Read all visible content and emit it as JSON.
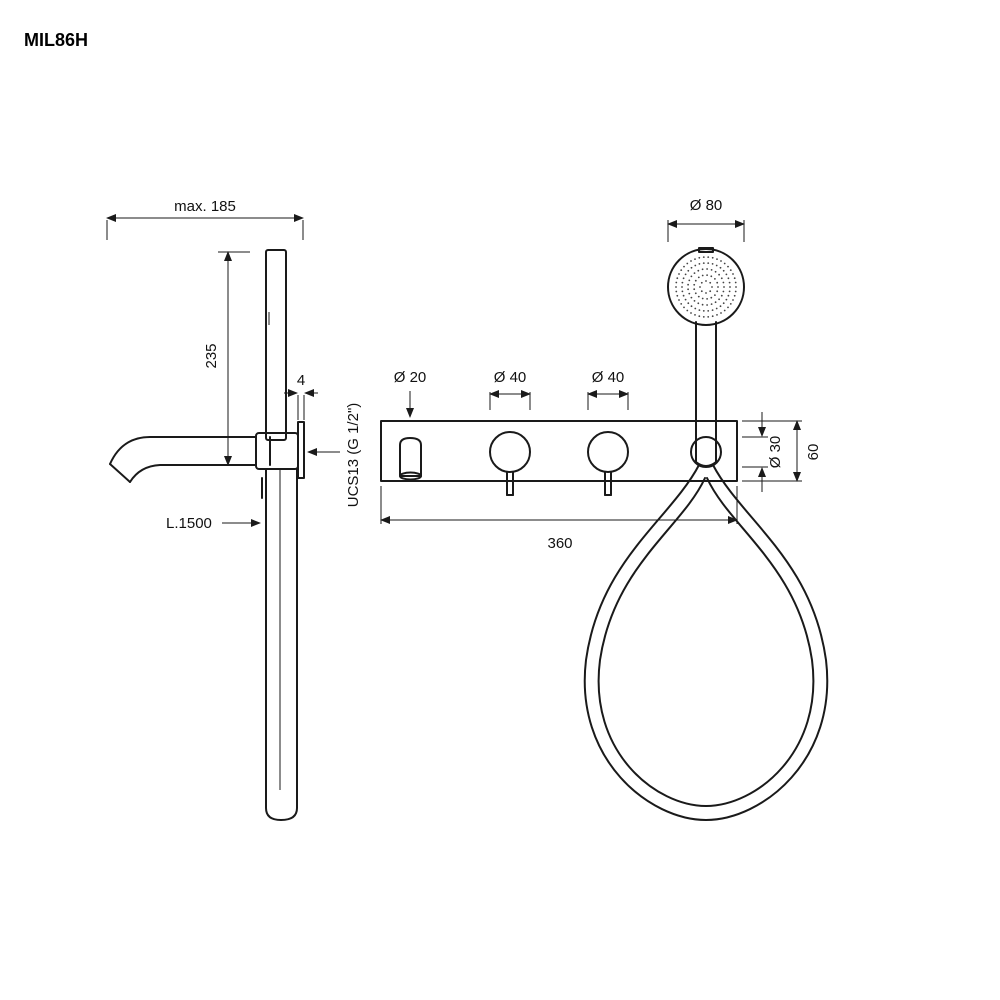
{
  "title": "MIL86H",
  "dimensions": {
    "max_projection": "max. 185",
    "height": "235",
    "plate_thickness": "4",
    "hose_length": "L.1500",
    "connection": "UCS13 (G 1/2\")",
    "spout_diameter": "Ø 20",
    "knob_1_diameter": "Ø 40",
    "knob_2_diameter": "Ø 40",
    "plate_width": "360",
    "shower_head_diameter": "Ø 80",
    "holder_diameter": "Ø 30",
    "plate_height": "60"
  },
  "colors": {
    "line": "#1a1a1a",
    "background": "#ffffff"
  }
}
